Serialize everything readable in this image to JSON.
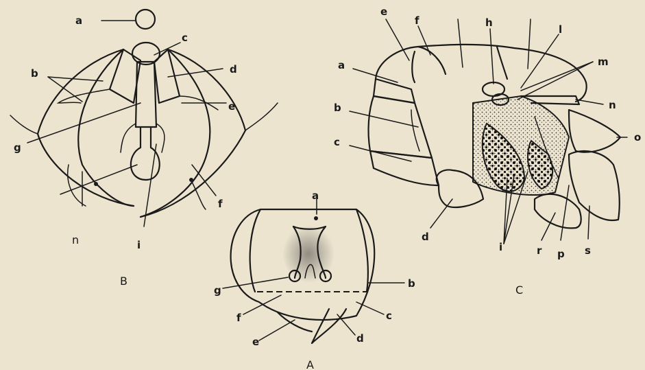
{
  "figure_b": {
    "caption": "B",
    "stray_mark": "n",
    "labels": {
      "a": "a",
      "b": "b",
      "c": "c",
      "d": "d",
      "e": "e",
      "f": "f",
      "g": "g",
      "i": "i"
    }
  },
  "figure_a": {
    "caption": "A",
    "labels": {
      "a": "a",
      "b": "b",
      "c": "c",
      "d": "d",
      "e": "e",
      "f": "f",
      "g": "g"
    }
  },
  "figure_c": {
    "caption": "C",
    "labels": {
      "e": "e",
      "f": "f",
      "h": "h",
      "l": "l",
      "m": "m",
      "n": "n",
      "a": "a",
      "b": "b",
      "c": "c",
      "d": "d",
      "i": "i",
      "r": "r",
      "p": "p",
      "s": "s",
      "o": "o"
    }
  }
}
